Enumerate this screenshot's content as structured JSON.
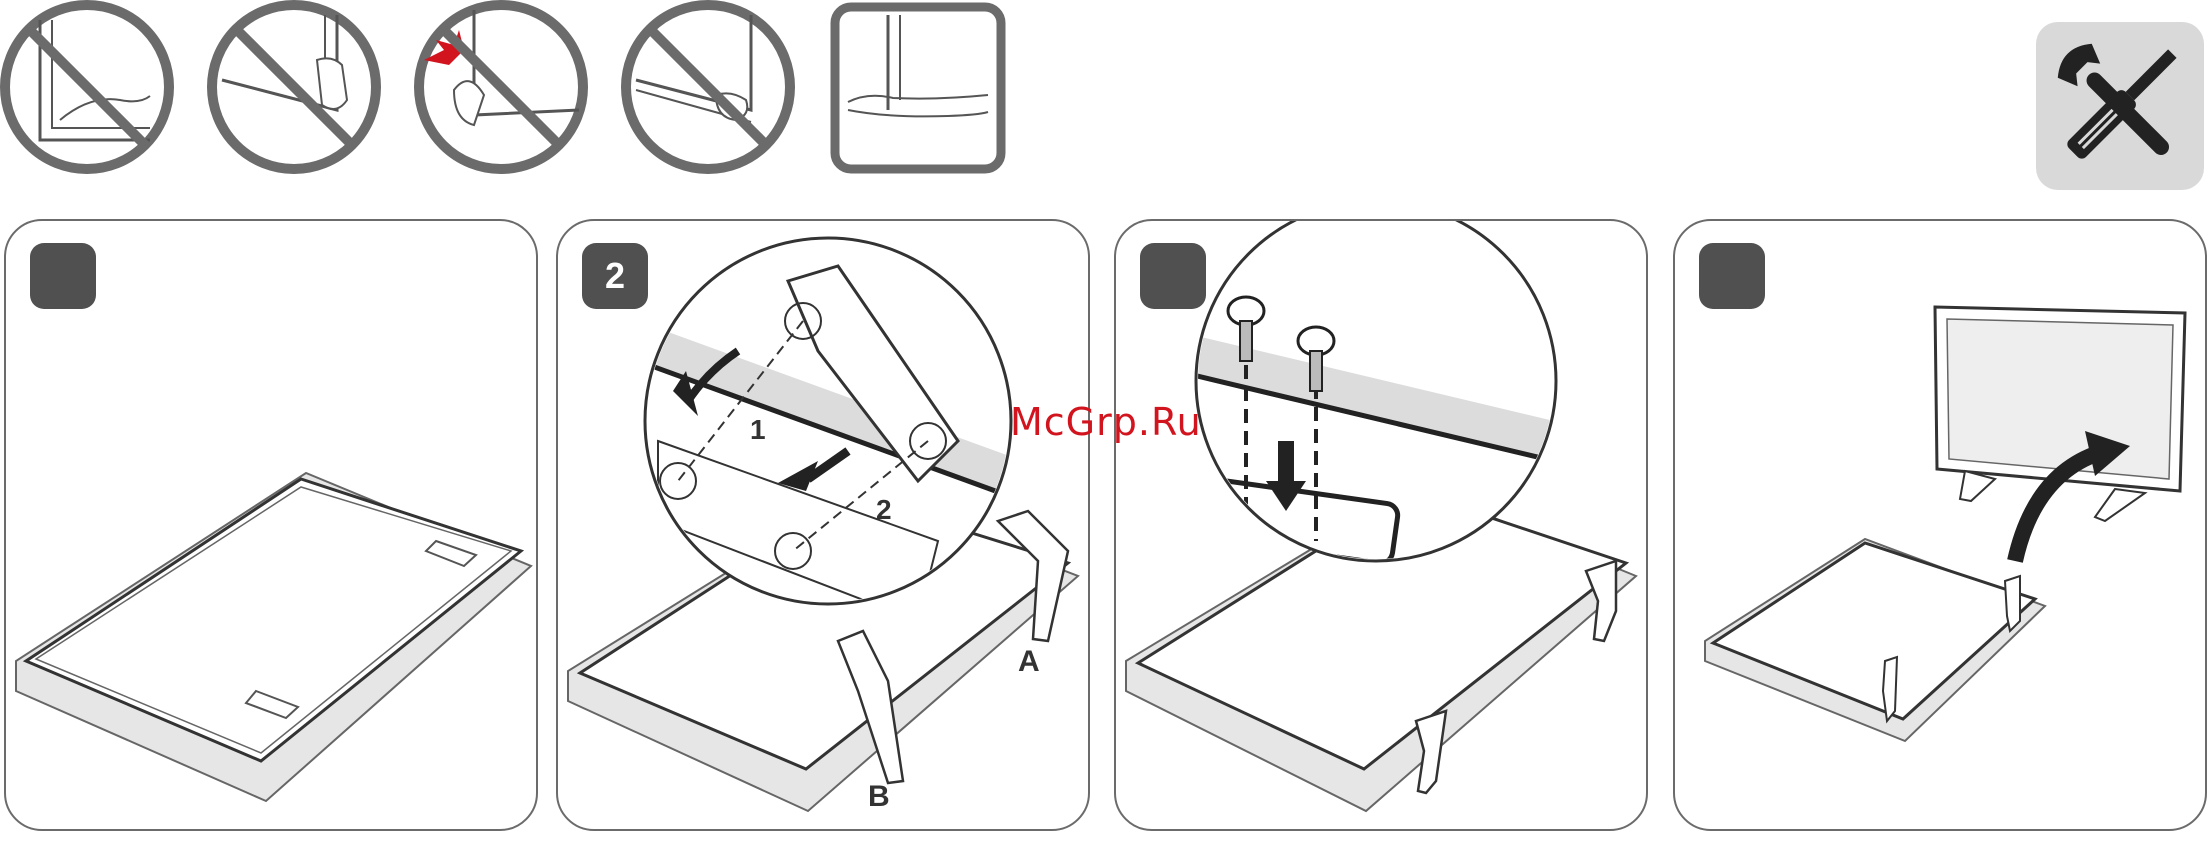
{
  "steps": [
    {
      "number": ""
    },
    {
      "number": "2"
    },
    {
      "number": ""
    },
    {
      "number": ""
    }
  ],
  "step2": {
    "label_1": "1",
    "label_2": "2",
    "label_a": "A",
    "label_b": "B"
  },
  "watermark": "McGrp.Ru",
  "icons": {
    "warnings": [
      "no-corner-grip-icon",
      "no-edge-pinch-icon",
      "no-impact-icon",
      "no-bottom-grip-icon",
      "correct-support-icon"
    ],
    "tools": "tools-icon"
  },
  "colors": {
    "prohibit": "#6b6b6b",
    "badge": "#505050",
    "watermark": "#d2141e"
  }
}
